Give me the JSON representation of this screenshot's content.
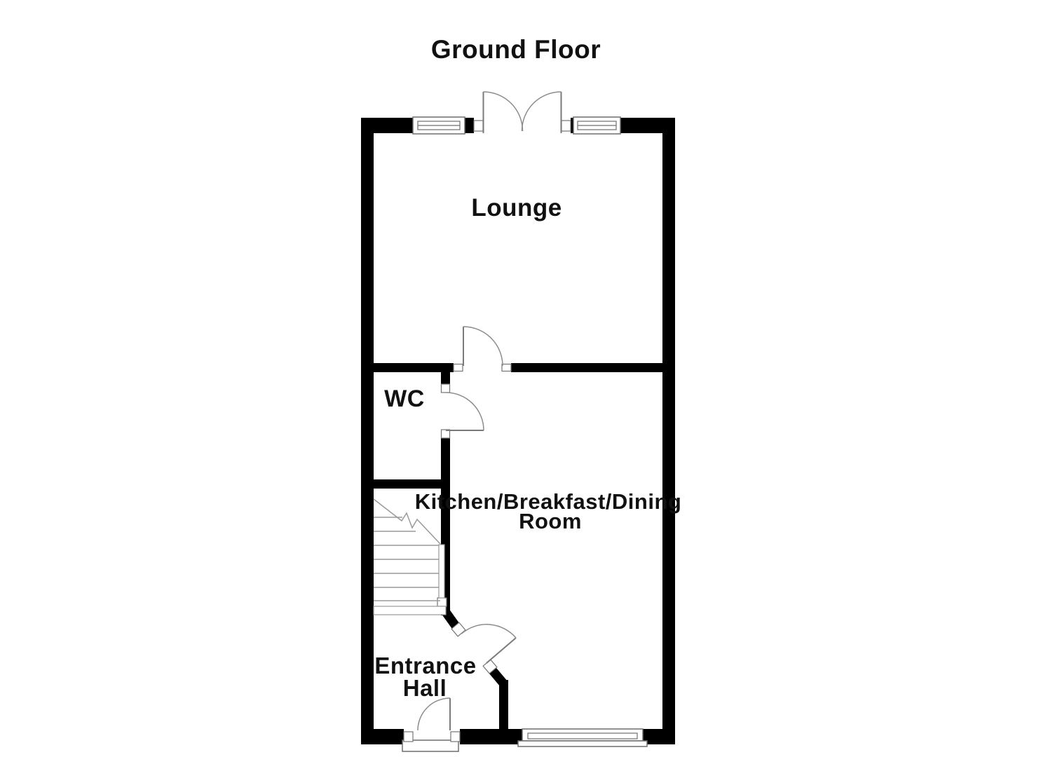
{
  "page": {
    "title": "Ground Floor"
  },
  "rooms": {
    "lounge": {
      "label": "Lounge"
    },
    "wc": {
      "label": "WC"
    },
    "kitchen_breakfast_dining": {
      "label_line1": "Kitchen/Breakfast/Dining",
      "label_line2": "Room"
    },
    "entrance_hall": {
      "label_line1": "Entrance",
      "label_line2": "Hall"
    }
  },
  "colors": {
    "walls": "#000000",
    "fixtures": "#8c8c8c",
    "text": "#111111",
    "background": "#ffffff"
  }
}
